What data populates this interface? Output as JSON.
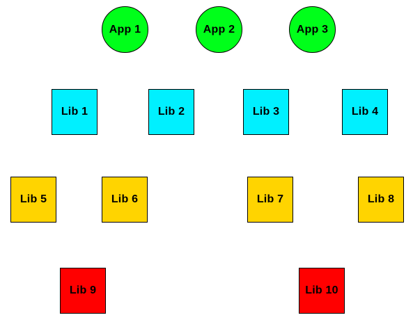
{
  "colors": {
    "app": "#00ff1a",
    "lib_level1": "#00f0ff",
    "lib_level2": "#ffd400",
    "lib_level3": "#ff0000"
  },
  "apps": [
    {
      "label": "App 1"
    },
    {
      "label": "App 2"
    },
    {
      "label": "App 3"
    }
  ],
  "libs_level1": [
    {
      "label": "Lib 1"
    },
    {
      "label": "Lib 2"
    },
    {
      "label": "Lib 3"
    },
    {
      "label": "Lib 4"
    }
  ],
  "libs_level2": [
    {
      "label": "Lib 5"
    },
    {
      "label": "Lib 6"
    },
    {
      "label": "Lib 7"
    },
    {
      "label": "Lib 8"
    }
  ],
  "libs_level3": [
    {
      "label": "Lib 9"
    },
    {
      "label": "Lib 10"
    }
  ]
}
